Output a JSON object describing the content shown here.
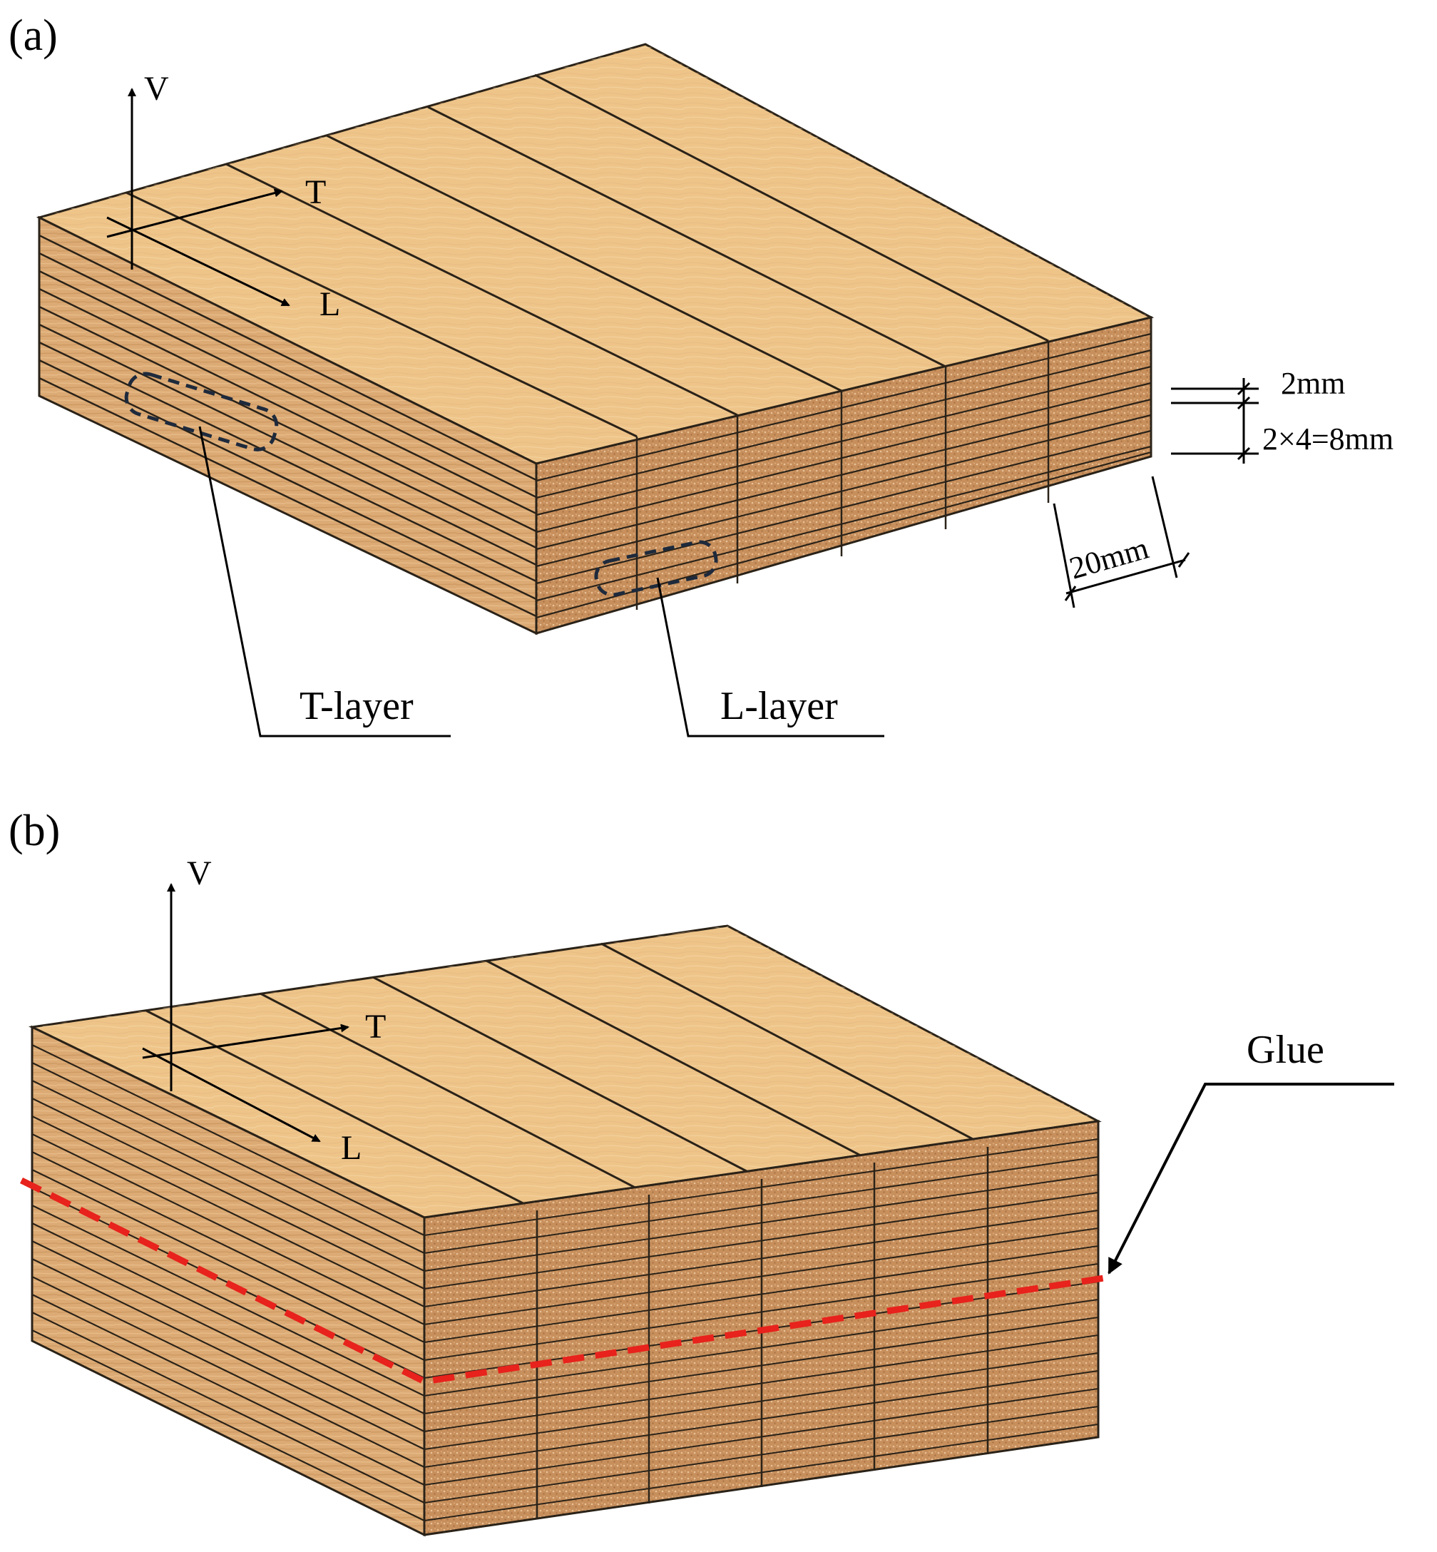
{
  "panel_a": {
    "label": "(a)",
    "axes": {
      "v": "V",
      "t": "T",
      "l": "L"
    },
    "callouts": {
      "t_layer": "T-layer",
      "l_layer": "L-layer"
    },
    "dimensions": {
      "layer_thickness": "2mm",
      "stack_thickness": "2×4=8mm",
      "board_width": "20mm"
    }
  },
  "panel_b": {
    "label": "(b)",
    "axes": {
      "v": "V",
      "t": "T",
      "l": "L"
    },
    "callouts": {
      "glue": "Glue"
    }
  },
  "colors": {
    "wood_top": "#eec489",
    "wood_top_light": "#f6d9a7",
    "wood_end": "#c99563",
    "wood_side": "#d9a874",
    "board_line": "#2a2218",
    "glue_line": "#e8221c",
    "callout_outline": "#1e2a3c"
  }
}
